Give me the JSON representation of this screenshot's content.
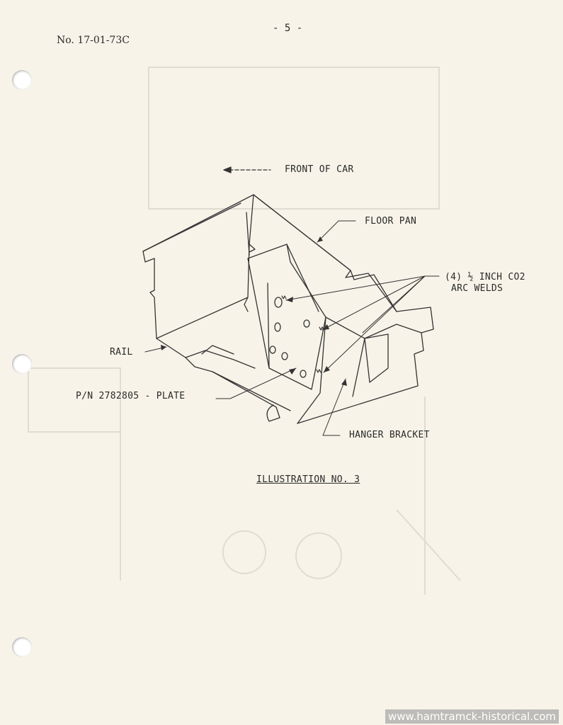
{
  "header": {
    "doc_number": "No. 17-01-73C",
    "page_number": "- 5 -"
  },
  "illustration": {
    "front_of_car": "FRONT OF CAR",
    "floor_pan": "FLOOR PAN",
    "welds_line1": "(4) ½ INCH CO2",
    "welds_line2": "ARC WELDS",
    "rail": "RAIL",
    "plate": "P/N 2782805 - PLATE",
    "hanger_bracket": "HANGER BRACKET",
    "caption": "ILLUSTRATION NO. 3"
  },
  "watermark": "www.hamtramck-historical.com"
}
